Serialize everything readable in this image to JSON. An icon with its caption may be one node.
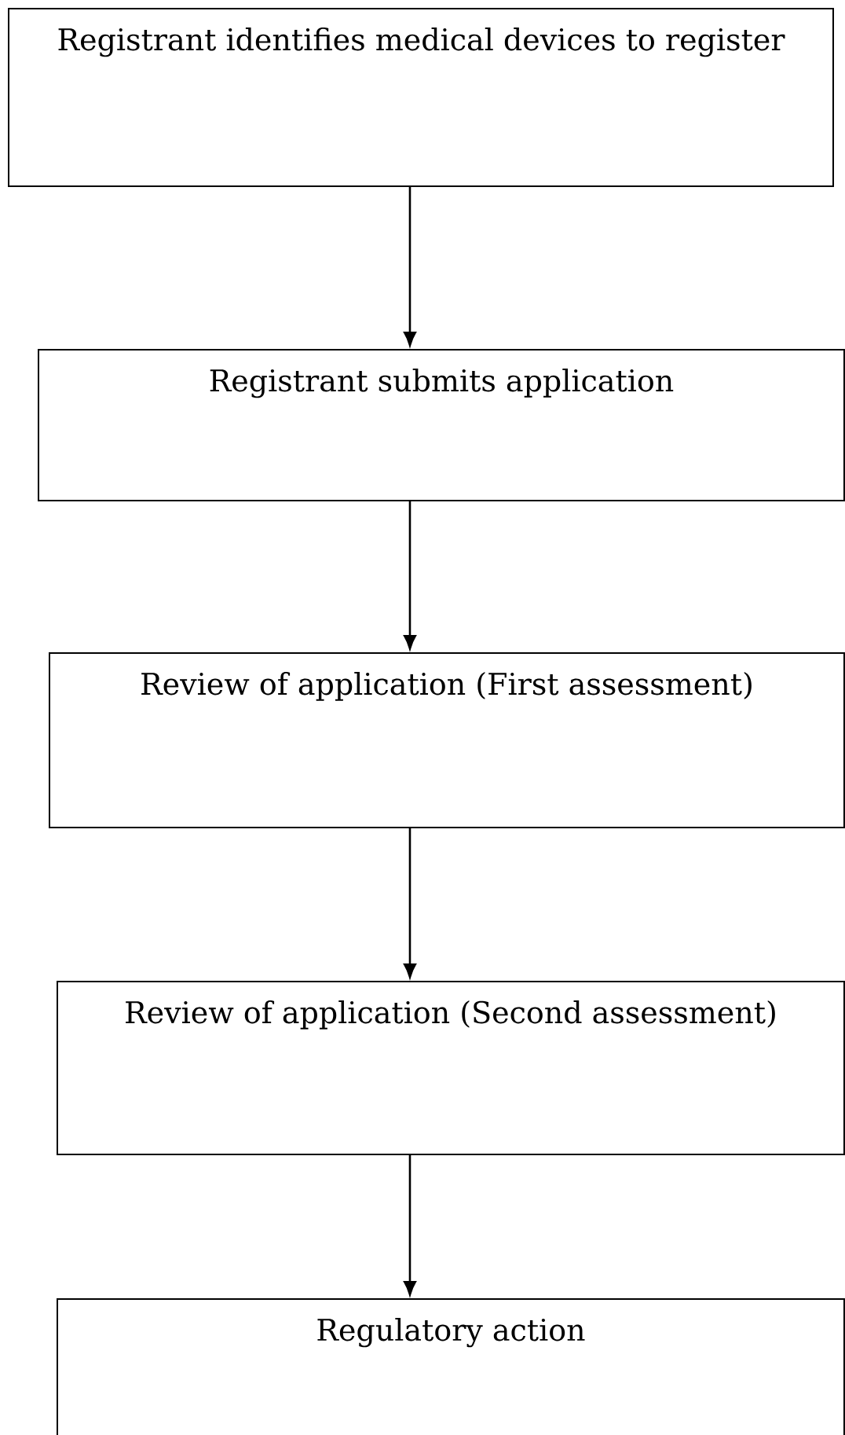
{
  "diagram": {
    "nodes": [
      {
        "text": [
          "Registrant identifies medical devices to register"
        ]
      },
      {
        "text": [
          "Registrant submits application"
        ]
      },
      {
        "text": [
          "Review of application (First assessment)"
        ]
      },
      {
        "text": [
          "Review of application (Second assessment)"
        ]
      },
      {
        "text": [
          "Regulatory action"
        ]
      }
    ],
    "edges": [
      {
        "from": 0,
        "to": 1,
        "arrow": "to"
      },
      {
        "from": 1,
        "to": 2,
        "arrow": "to"
      },
      {
        "from": 2,
        "to": 3,
        "arrow": "to"
      },
      {
        "from": 3,
        "to": 4,
        "arrow": "to"
      }
    ]
  }
}
